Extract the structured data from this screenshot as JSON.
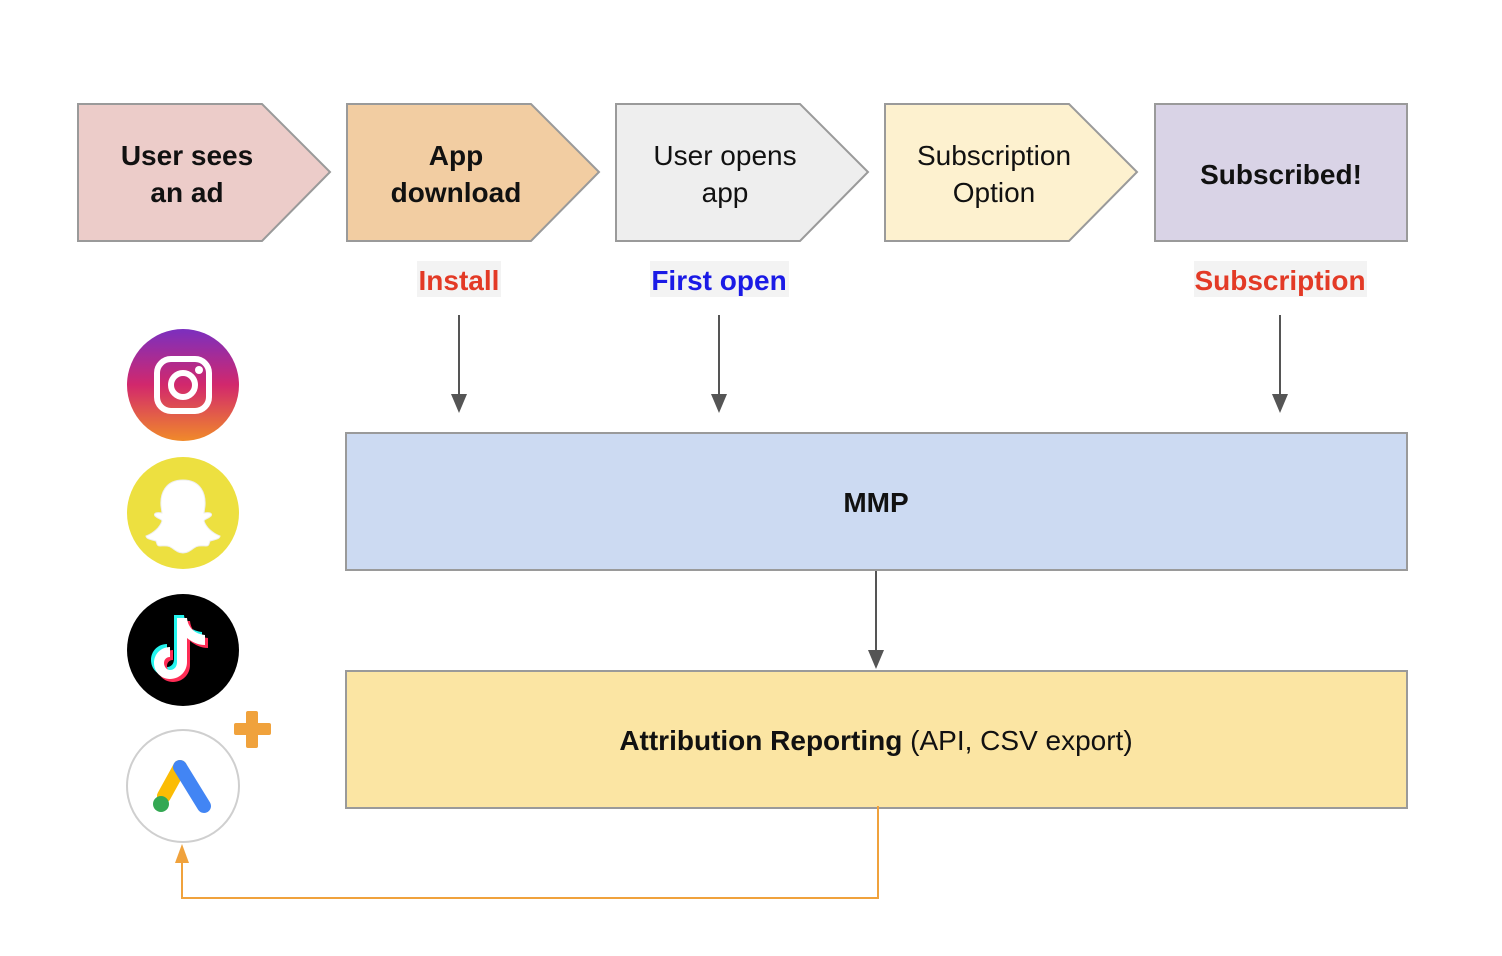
{
  "steps": [
    {
      "line1": "User sees",
      "line2": "an ad",
      "fill": "#ecccc9",
      "bold": true
    },
    {
      "line1": "App",
      "line2": "download",
      "fill": "#f2cda2",
      "bold": true
    },
    {
      "line1": "User opens",
      "line2": "app",
      "fill": "#eeeeee",
      "bold": false
    },
    {
      "line1": "Subscription",
      "line2": "Option",
      "fill": "#fdf1cf",
      "bold": false
    },
    {
      "line1": "Subscribed!",
      "fill": "#d9d3e6",
      "bold": true
    }
  ],
  "events": {
    "install": {
      "label": "Install",
      "color": "#e33a26"
    },
    "first_open": {
      "label": "First open",
      "color": "#1a1ae6"
    },
    "subscription": {
      "label": "Subscription",
      "color": "#e33a26"
    }
  },
  "mmp": {
    "label": "MMP",
    "fill": "#ccdaf2"
  },
  "reporting": {
    "label_bold": "Attribution Reporting",
    "label_rest": " (API, CSV export)",
    "fill": "#fbe5a3"
  },
  "ad_networks": [
    {
      "name": "instagram-icon"
    },
    {
      "name": "snapchat-icon"
    },
    {
      "name": "tiktok-icon"
    },
    {
      "name": "google-ads-icon"
    }
  ],
  "colors": {
    "feedback_arrow": "#f0a23c",
    "plus": "#f0a23c",
    "arrow": "#555555",
    "border": "#9a9a9a"
  }
}
